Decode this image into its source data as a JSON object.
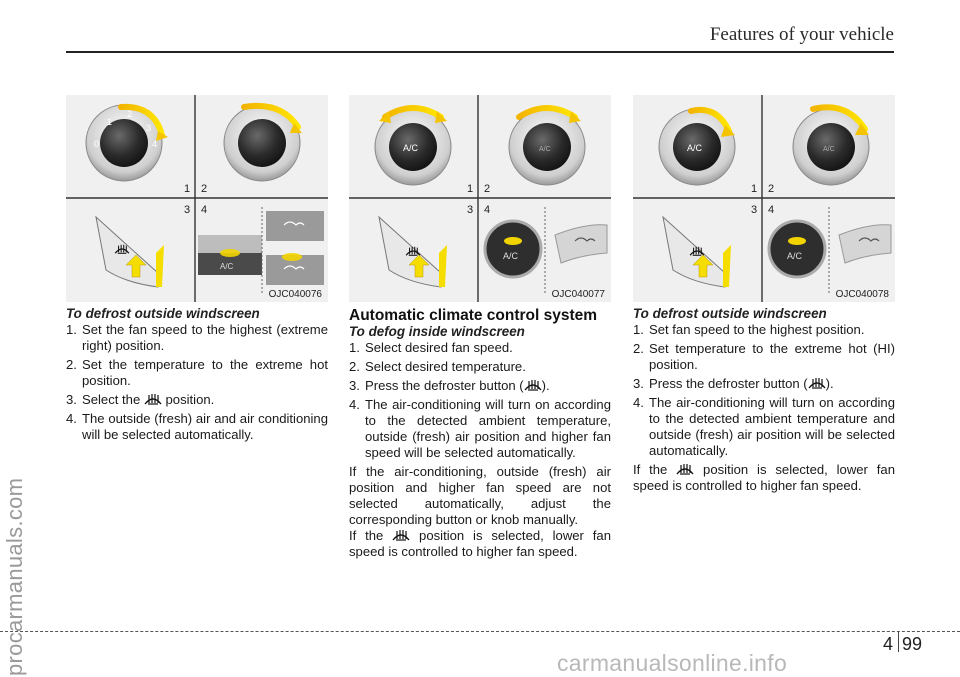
{
  "header": {
    "title": "Features of your vehicle"
  },
  "watermarks": {
    "side": "procarmanuals.com",
    "footer": "carmanualsonline.info"
  },
  "figures": [
    {
      "code": "OJC040076",
      "labels": [
        "1",
        "2",
        "3",
        "4"
      ],
      "ac_label": "A/C",
      "knob_numbers": [
        "0",
        "1",
        "2",
        "3",
        "4"
      ]
    },
    {
      "code": "OJC040077",
      "labels": [
        "1",
        "2",
        "3",
        "4"
      ],
      "ac_label": "A/C"
    },
    {
      "code": "OJC040078",
      "labels": [
        "1",
        "2",
        "3",
        "4"
      ],
      "ac_label": "A/C"
    }
  ],
  "col1": {
    "heading": "To defrost outside windscreen",
    "steps": [
      {
        "n": "1.",
        "text": "Set the fan speed to the highest (extreme right) position."
      },
      {
        "n": "2.",
        "text": "Set the temperature to the extreme hot position."
      },
      {
        "n": "3.",
        "pre": "Select the ",
        "post": " position."
      },
      {
        "n": "4.",
        "text": "The outside (fresh) air and air conditioning will be selected automatically."
      }
    ]
  },
  "col2": {
    "title": "Automatic climate control system",
    "heading": "To defog inside windscreen",
    "steps": [
      {
        "n": "1.",
        "text": "Select desired fan speed."
      },
      {
        "n": "2.",
        "text": "Select desired temperature."
      },
      {
        "n": "3.",
        "pre": "Press the defroster button (",
        "post": ")."
      },
      {
        "n": "4.",
        "text": "The air-conditioning will turn on according to the detected ambient temperature, outside (fresh) air position and higher fan speed will be selected automatically."
      }
    ],
    "para1": "If the air-conditioning, outside (fresh) air position and higher fan speed are not selected automatically, adjust the corresponding button or knob manually.",
    "para2_pre": "If the ",
    "para2_post": " position is selected, lower fan speed is controlled to higher fan speed."
  },
  "col3": {
    "heading": "To defrost outside windscreen",
    "steps": [
      {
        "n": "1.",
        "text": "Set fan speed to the highest position."
      },
      {
        "n": "2.",
        "text": "Set temperature to the extreme hot (HI) position."
      },
      {
        "n": "3.",
        "pre": "Press the defroster button (",
        "post": ")."
      },
      {
        "n": "4.",
        "text": "The air-conditioning will turn on according to the detected ambient temperature and outside (fresh) air position will be selected automatically."
      }
    ],
    "para_pre": "If the ",
    "para_post": " position is selected, lower fan speed is controlled to higher fan speed."
  },
  "footer": {
    "section": "4",
    "page": "99"
  },
  "colors": {
    "accent_glow": "#f2d500",
    "arrow_yellow": "#f5dd00",
    "rule": "#222222"
  }
}
